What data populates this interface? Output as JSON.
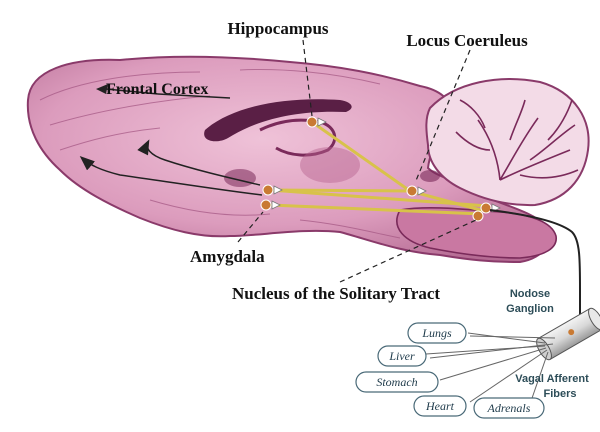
{
  "labels": {
    "hippocampus": "Hippocampus",
    "locus_coeruleus": "Locus Coeruleus",
    "frontal_cortex": "Frontal Cortex",
    "amygdala": "Amygdala",
    "nts": "Nucleus of the Solitary Tract",
    "nodose_line1": "Nodose",
    "nodose_line2": "Ganglion",
    "vagal_line1": "Vagal Afferent",
    "vagal_line2": "Fibers"
  },
  "organs": [
    "Lungs",
    "Liver",
    "Stomach",
    "Heart",
    "Adrenals"
  ],
  "colors": {
    "brain_fill": "#e3a7c5",
    "brain_dark": "#7a2a5a",
    "tract": "#d8c24a",
    "neuron": "#c97a33",
    "organ_text": "#1e3a4a",
    "sans_text": "#2d4d58"
  }
}
